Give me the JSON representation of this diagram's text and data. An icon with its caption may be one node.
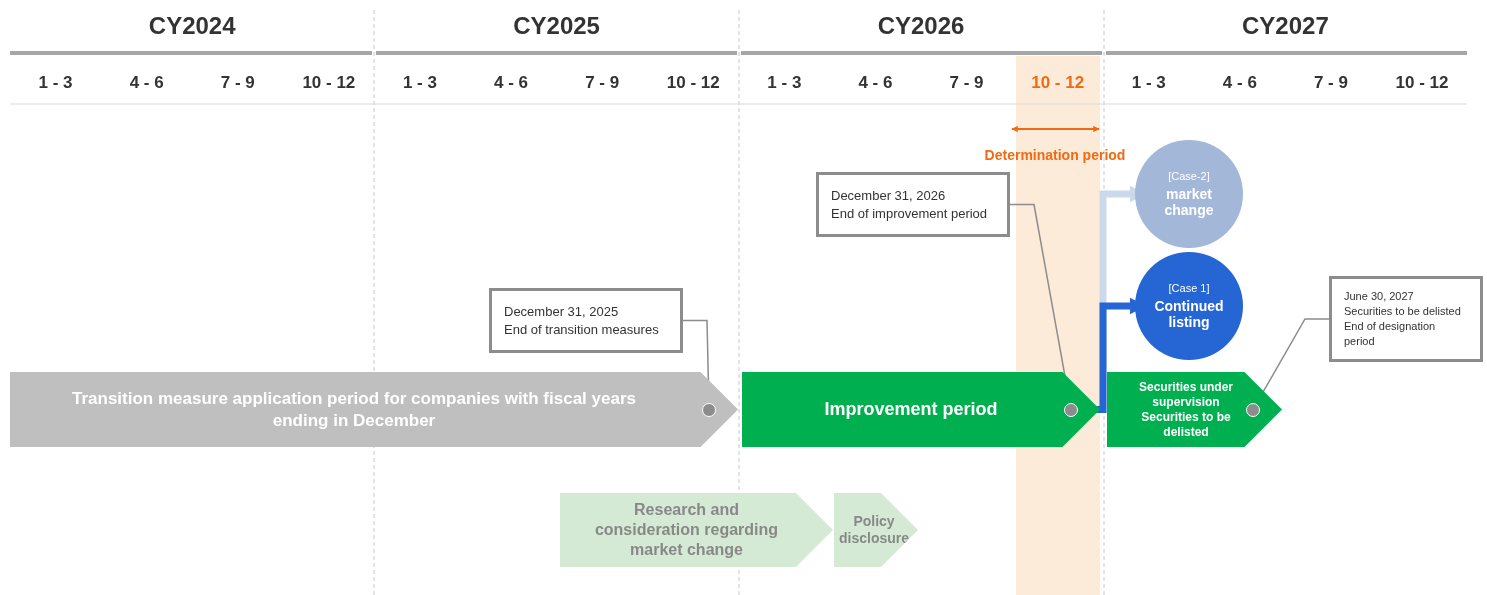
{
  "diagram": {
    "nodes": [
      {
        "text": [
          "Transition measure application period for companies with fiscal years ending in December"
        ]
      },
      {
        "text": [
          "Improvement period"
        ]
      },
      {
        "text": [
          "Securities under supervision",
          "Securities to be delisted"
        ]
      },
      {
        "text": [
          "December 31, 2025",
          "End of transition measures"
        ]
      },
      {
        "text": [],
        "shape": "circle",
        "in": 0
      },
      {
        "text": [
          "December 31, 2026",
          "End of improvement period"
        ]
      },
      {
        "text": [],
        "shape": "circle",
        "in": 1
      },
      {
        "text": [
          "June 30, 2027",
          "Securities to be delisted",
          "End of designation period"
        ]
      },
      {
        "text": [],
        "shape": "circle",
        "in": 2
      },
      {
        "text": [
          "[Case-2]",
          "market change"
        ]
      },
      {
        "text": [
          "[Case 1]",
          "Continued listing"
        ]
      },
      {
        "text": [
          "Research and consideration regarding market change"
        ]
      },
      {
        "text": [
          "Policy disclosure"
        ]
      }
    ],
    "edges": [
      {
        "from": 3,
        "to": 4,
        "arrow": "none"
      },
      {
        "from": 5,
        "to": 6,
        "arrow": "none"
      },
      {
        "from": 7,
        "to": 8,
        "arrow": "none"
      },
      {
        "from": 6,
        "to": 9,
        "arrow": "to",
        "style": "thick",
        "color": "#ccd9ec"
      },
      {
        "from": 6,
        "to": 10,
        "arrow": "to",
        "style": "thick",
        "color": "#2566d4"
      }
    ],
    "labels": [
      "CY2024",
      "CY2025",
      "CY2026",
      "CY2027",
      "1 - 3",
      "4 - 6",
      "7 - 9",
      "10 - 12",
      "1 - 3",
      "4 - 6",
      "7 - 9",
      "10 - 12",
      "1 - 3",
      "4 - 6",
      "7 - 9",
      "10 - 12",
      "1 - 3",
      "4 - 6",
      "7 - 9",
      "10 - 12",
      "Determination period"
    ]
  }
}
